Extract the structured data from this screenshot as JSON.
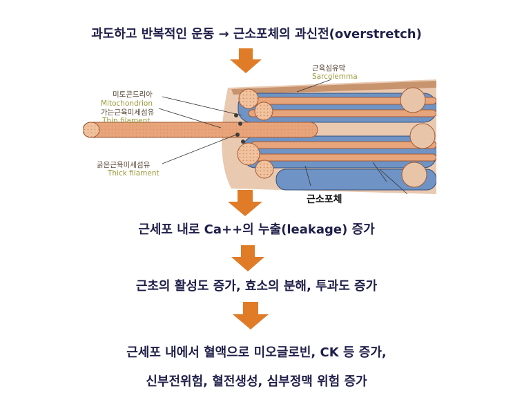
{
  "steps": [
    "과도하고 반복적인 운동 → 근소포체의 과신전(overstretch)",
    "근세포 내로 Ca++의 누출(leakage) 증가",
    "근초의 활성도 증가, 효소의 분해, 투과도 증가",
    "근세포 내에서 혈액으로 미오글로빈, CK 등 증가,",
    "신부전위험, 혈전생성, 심부정맥 위험 증가"
  ],
  "illustration": {
    "sarcolemma_kr": "근육섬유막",
    "sarcolemma_en": "Sarcolemma",
    "mito_kr": "미토콘드리아",
    "mito_en": "Mitochondrion",
    "thin_kr": "가는근육미세섬유",
    "thin_en": "Thin filament",
    "thick_kr": "굵은근육미세섬유",
    "thick_en": "Thick filament",
    "sr_label": "근소포체"
  },
  "colors": {
    "text": "#1f1f4a",
    "arrow": "#e07b28",
    "fiber": "#e8a47a",
    "tubule": "#6e93c4"
  }
}
